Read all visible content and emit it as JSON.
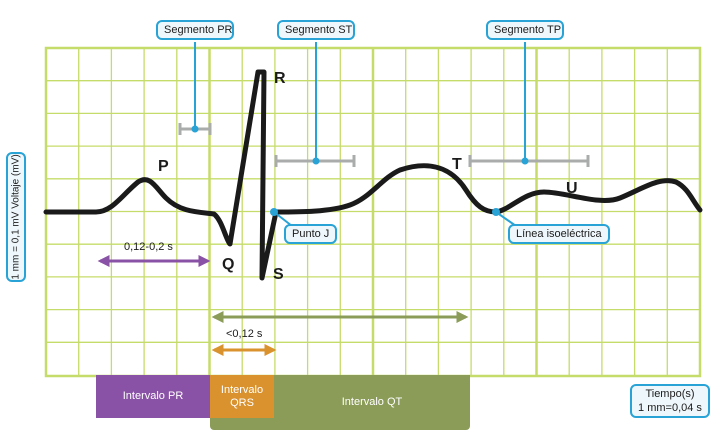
{
  "labels": {
    "segmento_pr": "Segmento PR",
    "segmento_st": "Segmento ST",
    "segmento_tp": "Segmento TP",
    "wave_p": "P",
    "wave_q": "Q",
    "wave_r": "R",
    "wave_s": "S",
    "wave_t": "T",
    "wave_u": "U",
    "punto_j": "Punto J",
    "linea_isoelectrica": "Línea isoeléctrica",
    "pr_duration": "0,12-0,2 s",
    "qrs_duration": "<0,12 s",
    "y_axis": "1 mm = 0,1 mV  Voltaje (mV)",
    "time_axis_line1": "Tiempo(s)",
    "time_axis_line2": "1 mm=0,04 s"
  },
  "intervals": {
    "pr": "Intervalo PR",
    "qrs_line1": "Intervalo",
    "qrs_line2": "QRS",
    "qt": "Intervalo QT"
  },
  "colors": {
    "grid": "#c5dc6a",
    "trace": "#1a1a1a",
    "callout": "#29a3d6",
    "marker": "#a9acab",
    "pr_interval": "#8a52a6",
    "qrs_interval": "#d9922d",
    "qt_interval": "#8b9c58"
  }
}
